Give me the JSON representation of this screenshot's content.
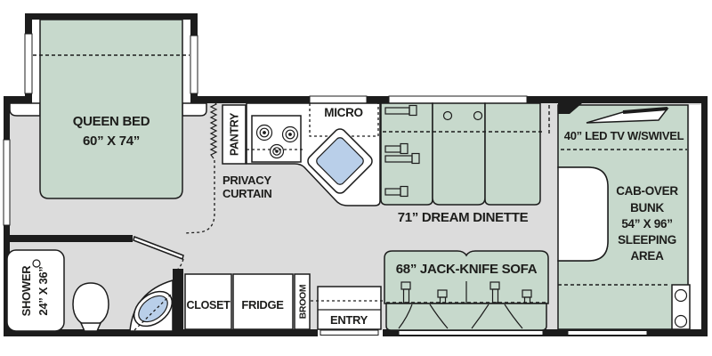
{
  "colors": {
    "wall": "#1c1c1c",
    "floor": "#dcdcdc",
    "furniture": "#c7d9cc",
    "sink": "#b9cfe9",
    "text": "#1d1d1b"
  },
  "plan": {
    "bedroom": {
      "bed_line1": "QUEEN BED",
      "bed_line2": "60” X 74”"
    },
    "kitchen": {
      "pantry": "PANTRY",
      "micro": "MICRO",
      "privacy_line1": "PRIVACY",
      "privacy_line2": "CURTAIN"
    },
    "dinette": {
      "label": "71” DREAM DINETTE"
    },
    "sofa": {
      "label": "68” JACK-KNIFE SOFA"
    },
    "bathroom": {
      "shower_line1": "SHOWER",
      "shower_line2": "24” X 36”"
    },
    "storage": {
      "closet": "CLOSET",
      "fridge": "FRIDGE",
      "broom": "BROOM"
    },
    "entry": {
      "label": "ENTRY"
    },
    "cab": {
      "tv": "40” LED TV W/SWIVEL",
      "bunk_line1": "CAB-OVER",
      "bunk_line2": "BUNK",
      "bunk_line3": "54” X 96”",
      "bunk_line4": "SLEEPING",
      "bunk_line5": "AREA"
    }
  }
}
